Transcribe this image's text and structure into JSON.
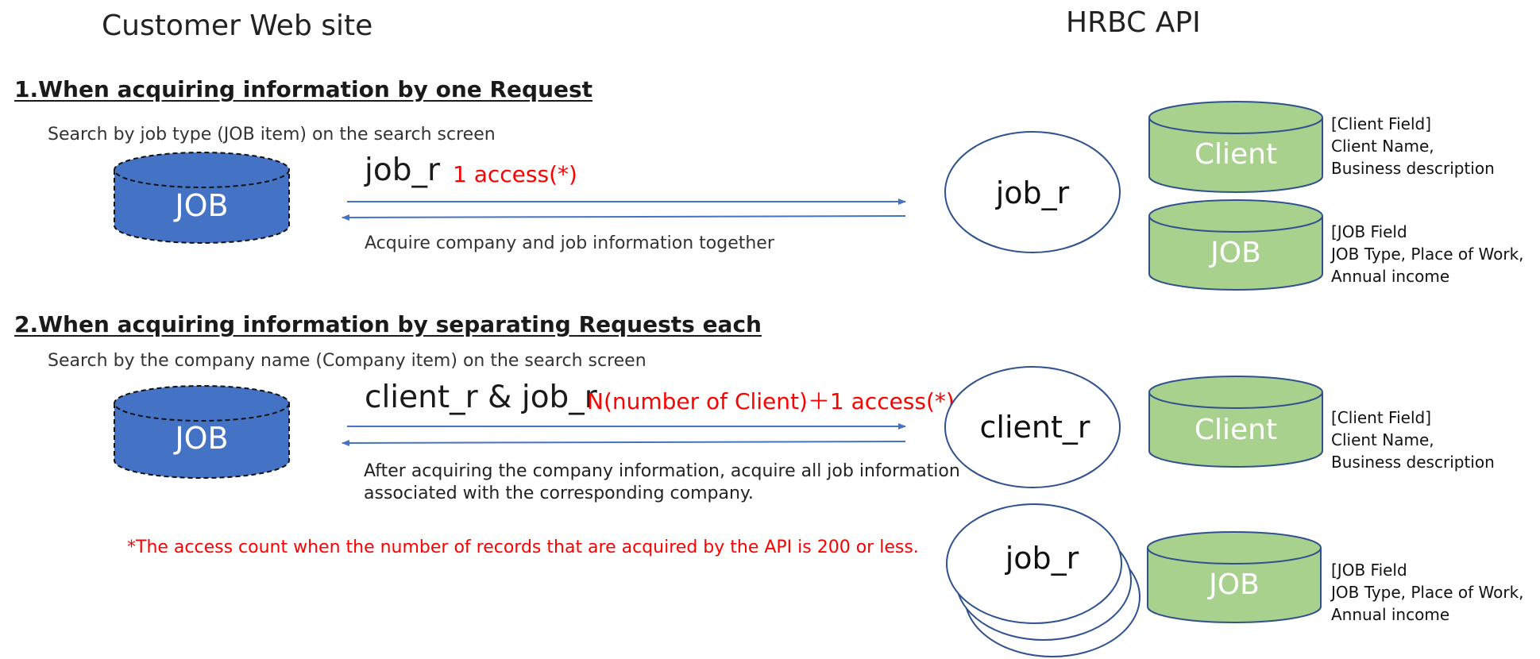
{
  "header": {
    "left_title": "Customer Web site",
    "right_title": "HRBC API"
  },
  "section1": {
    "title": "1.When acquiring information by one Request",
    "subtitle": "Search by job type (JOB item) on the search screen",
    "db_label": "JOB",
    "request_label": "job_r",
    "access_label": "1 access(*)",
    "response_label": "Acquire company and job information together",
    "endpoint_label": "job_r",
    "client_db_label": "Client",
    "job_db_label": "JOB",
    "client_field": [
      "[Client Field]",
      "Client Name,",
      "Business description"
    ],
    "job_field": [
      "[JOB Field",
      "JOB Type, Place of Work,",
      "Annual income"
    ]
  },
  "section2": {
    "title": "2.When acquiring information by separating Requests each",
    "subtitle": "Search by the company name (Company item) on the search screen",
    "db_label": "JOB",
    "request_label": "client_r & job_r",
    "access_label": "N(number of Client)＋1 access(*)",
    "response_line1": "After acquiring the company information, acquire all job information",
    "response_line2": " associated with the corresponding company.",
    "client_endpoint_label": "client_r",
    "job_endpoint_label": "job_r",
    "client_db_label": "Client",
    "job_db_label": "JOB",
    "client_field": [
      "[Client Field]",
      "Client Name,",
      "Business description"
    ],
    "job_field": [
      "[JOB Field",
      "JOB Type, Place of Work,",
      "Annual income"
    ]
  },
  "footnote": "*The access count when the number of records that are acquired by the API is 200 or less.",
  "colors": {
    "job_db_fill": "#4472c4",
    "api_db_fill": "#a9d18e",
    "outline": "#2f528f",
    "arrow": "#4472c4",
    "red": "#ff0000"
  }
}
